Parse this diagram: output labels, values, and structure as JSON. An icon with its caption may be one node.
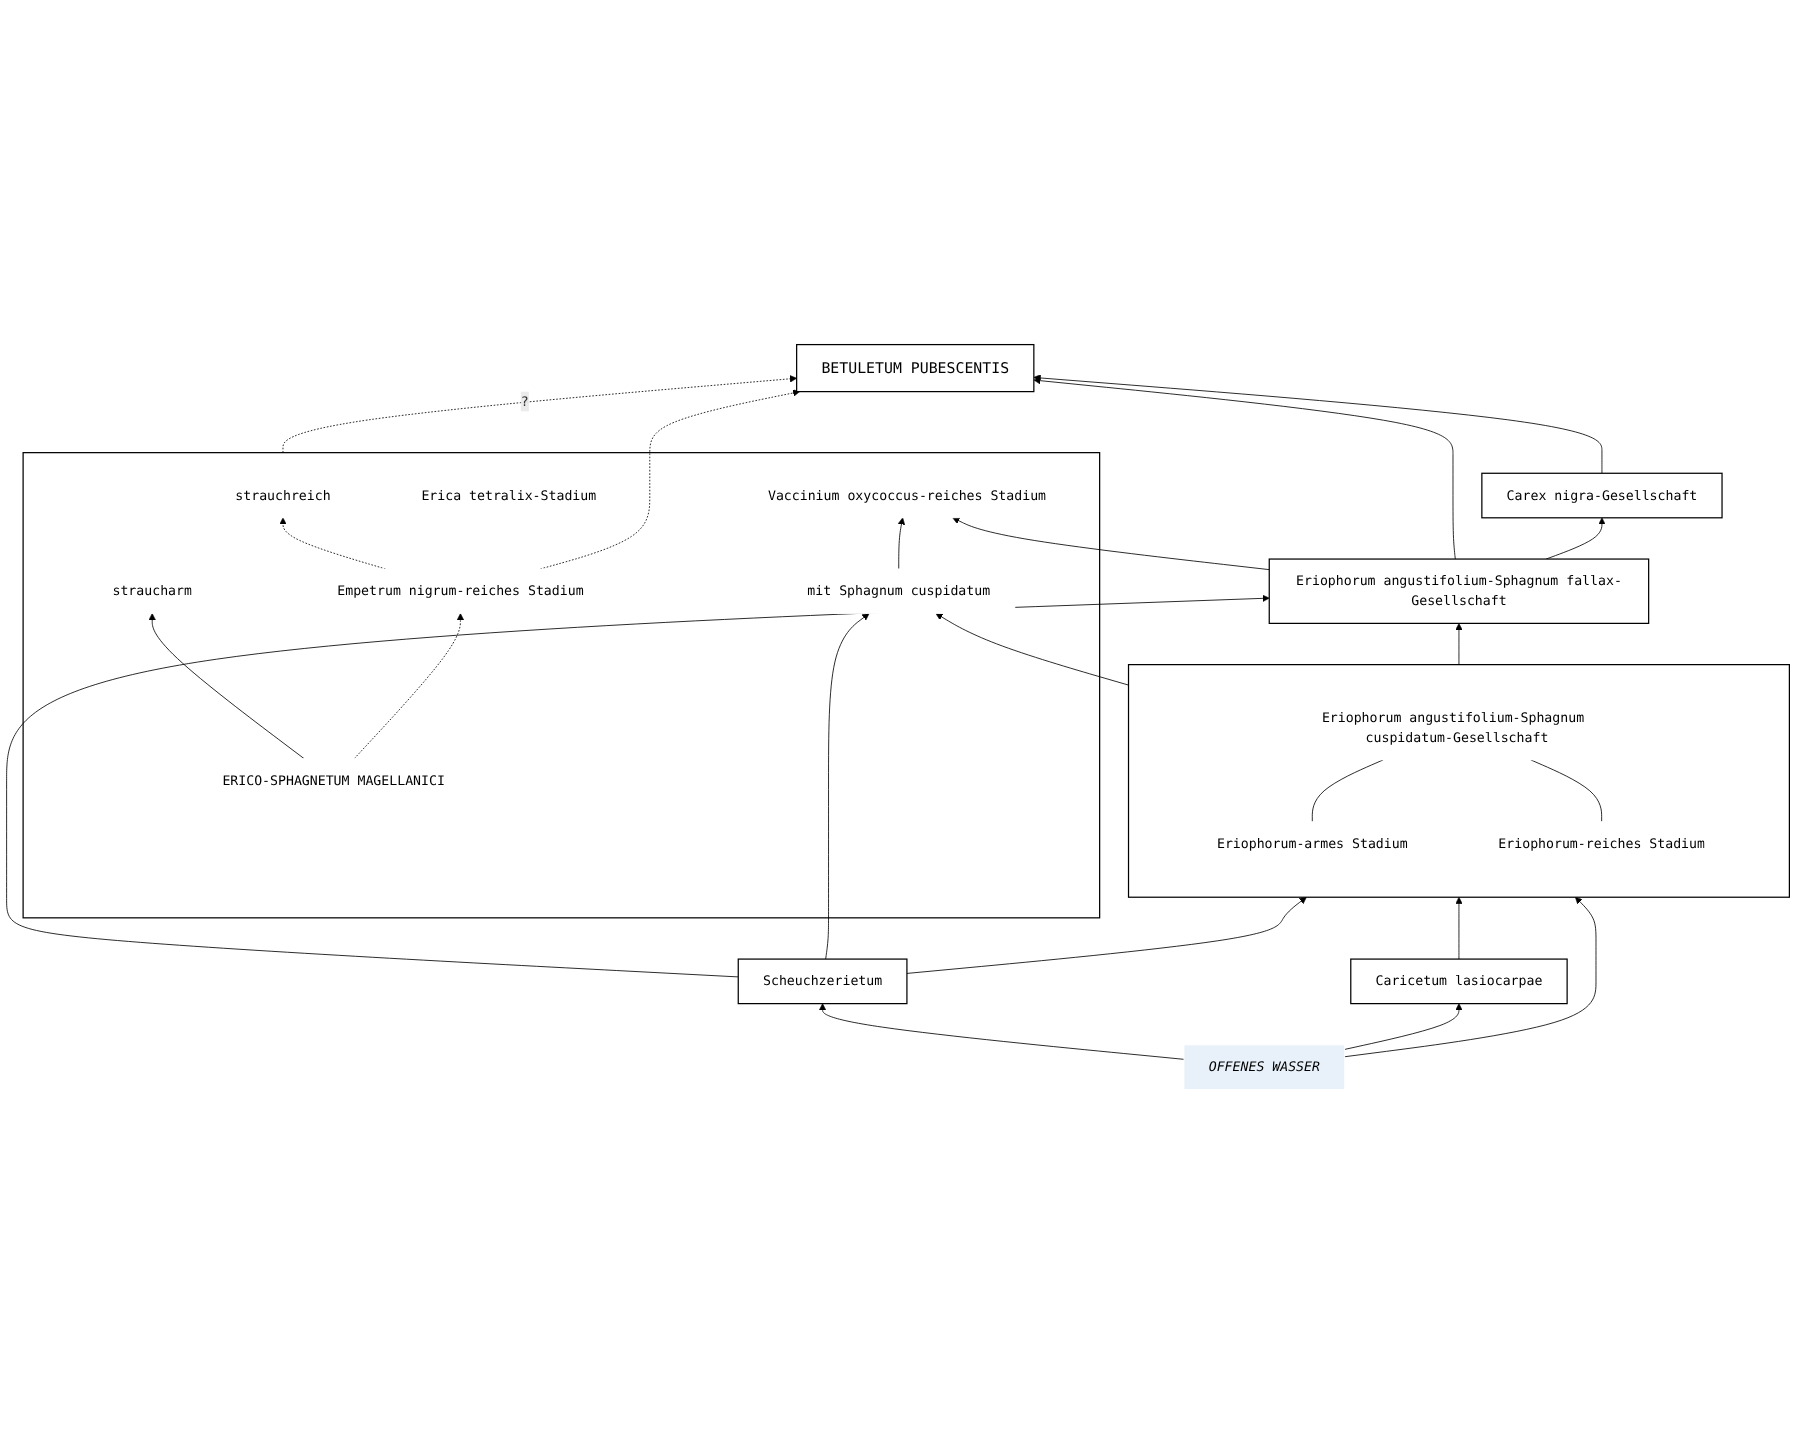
{
  "diagram": {
    "nodes": [
      {
        "text": [
          "BETULETUM PUBESCENTIS"
        ]
      },
      {
        "text": [
          "Carex nigra-Gesellschaft"
        ]
      },
      {
        "text": [],
        "shape": "box"
      },
      {
        "text": [
          "Empetrum nigrum-reiches Stadium"
        ],
        "in": 2
      },
      {
        "text": [
          "strauchreich"
        ],
        "in": 2
      },
      {
        "text": [
          "Erica tetralix-Stadium"
        ],
        "in": 2
      },
      {
        "text": [
          "straucharm"
        ],
        "in": 2
      },
      {
        "text": [
          "ERICO-SPHAGNETUM MAGELLANICI"
        ],
        "in": 2
      },
      {
        "text": [
          "Vaccinium oxycoccus-reiches Stadium"
        ],
        "in": 2
      },
      {
        "text": [
          "mit Sphagnum cuspidatum"
        ],
        "in": 2
      },
      {
        "text": [
          "Eriophorum angustifolium-Sphagnum fallax-Gesellschaft"
        ]
      },
      {
        "text": [
          "Scheuchzerietum"
        ]
      },
      {
        "text": [],
        "shape": "box"
      },
      {
        "text": [
          "Eriophorum-armes Stadium"
        ],
        "in": 12
      },
      {
        "text": [
          "Eriophorum angustifolium-Sphagnum cuspidatum-Gesellschaft"
        ],
        "in": 12
      },
      {
        "text": [
          "Eriophorum-reiches Stadium"
        ],
        "in": 12
      },
      {
        "text": [
          "Caricetum lasiocarpae"
        ]
      },
      {
        "text": [
          "OFFENES WASSER"
        ]
      }
    ],
    "edges": [
      {
        "from": 17,
        "to": 11,
        "arrow": "to"
      },
      {
        "from": 17,
        "to": 12,
        "arrow": "to"
      },
      {
        "from": 17,
        "to": 16,
        "arrow": "to"
      },
      {
        "from": 11,
        "to": 12,
        "arrow": "to"
      },
      {
        "from": 16,
        "to": 12,
        "arrow": "to"
      },
      {
        "from": 14,
        "to": 13,
        "arrow": "none"
      },
      {
        "from": 14,
        "to": 15,
        "arrow": "none"
      },
      {
        "from": 11,
        "to": 10,
        "arrow": "to"
      },
      {
        "from": 12,
        "to": 10,
        "arrow": "to"
      },
      {
        "from": 11,
        "to": 9,
        "arrow": "to"
      },
      {
        "from": 12,
        "to": 9,
        "arrow": "to"
      },
      {
        "from": 10,
        "to": 0,
        "arrow": "to"
      },
      {
        "from": 10,
        "to": 1,
        "arrow": "to"
      },
      {
        "from": 10,
        "to": 8,
        "arrow": "to"
      },
      {
        "from": 1,
        "to": 0,
        "arrow": "to"
      },
      {
        "from": 9,
        "to": 8,
        "arrow": "to"
      },
      {
        "from": 7,
        "to": 6,
        "arrow": "to"
      },
      {
        "from": 7,
        "to": 3,
        "arrow": "to",
        "style": "dashed"
      },
      {
        "from": 3,
        "to": 4,
        "arrow": "to",
        "style": "dashed"
      },
      {
        "from": 3,
        "to": 0,
        "arrow": "to",
        "style": "dashed"
      },
      {
        "from": 2,
        "to": 0,
        "arrow": "to",
        "style": "dashed",
        "label": "?"
      }
    ]
  }
}
